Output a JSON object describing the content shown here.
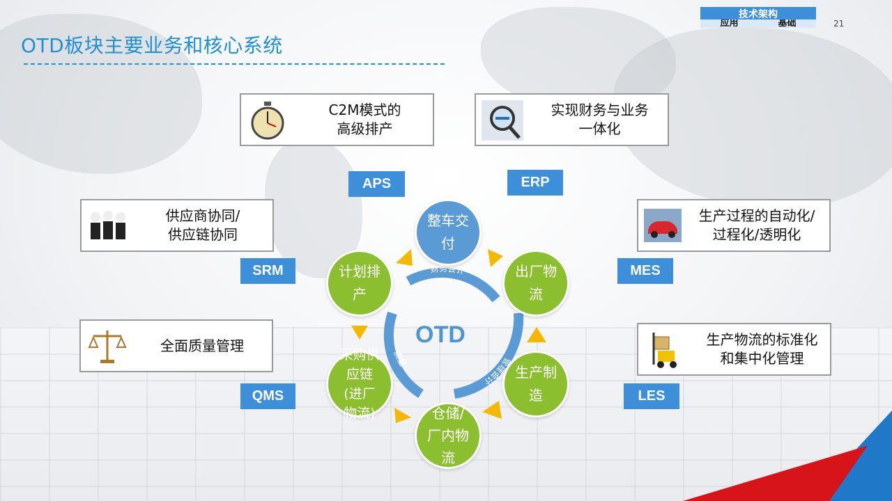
{
  "header": {
    "title": "OTD板块主要业务和核心系统",
    "tech_arch": "技术架构",
    "tech_app": "应用",
    "tech_base": "基础",
    "page_number": "21"
  },
  "systems": [
    {
      "tag": "APS",
      "desc": "C2M模式的\n高级排产",
      "icon": "stopwatch-icon"
    },
    {
      "tag": "ERP",
      "desc": "实现财务与业务\n一体化",
      "icon": "magnifier-icon"
    },
    {
      "tag": "SRM",
      "desc": "供应商协同/\n供应链协同",
      "icon": "people-icon"
    },
    {
      "tag": "MES",
      "desc": "生产过程的自动化/\n过程化/透明化",
      "icon": "car-icon"
    },
    {
      "tag": "QMS",
      "desc": "全面质量管理",
      "icon": "scale-icon"
    },
    {
      "tag": "LES",
      "desc": "生产物流的标准化\n和集中化管理",
      "icon": "forklift-icon"
    }
  ],
  "cycle": {
    "center": "OTD",
    "nodes": [
      {
        "label": "整车交\n付",
        "color": "#5b9bd5"
      },
      {
        "label": "出厂物\n流",
        "color": "#8cbf2f"
      },
      {
        "label": "生产制\n造",
        "color": "#8cbf2f"
      },
      {
        "label": "仓储/\n厂内物\n流",
        "color": "#8cbf2f"
      },
      {
        "label": "采购供\n应链\n(进厂\n物流)",
        "color": "#8cbf2f"
      },
      {
        "label": "计划排\n产",
        "color": "#8cbf2f"
      }
    ],
    "arc_labels": {
      "finance": "财务会计",
      "quality": "质量",
      "management": "管理会计"
    }
  },
  "colors": {
    "accent_blue": "#3c8fd8",
    "green": "#8cbf2f",
    "arrow_orange": "#f5b800",
    "corner_red": "#d7141a"
  }
}
